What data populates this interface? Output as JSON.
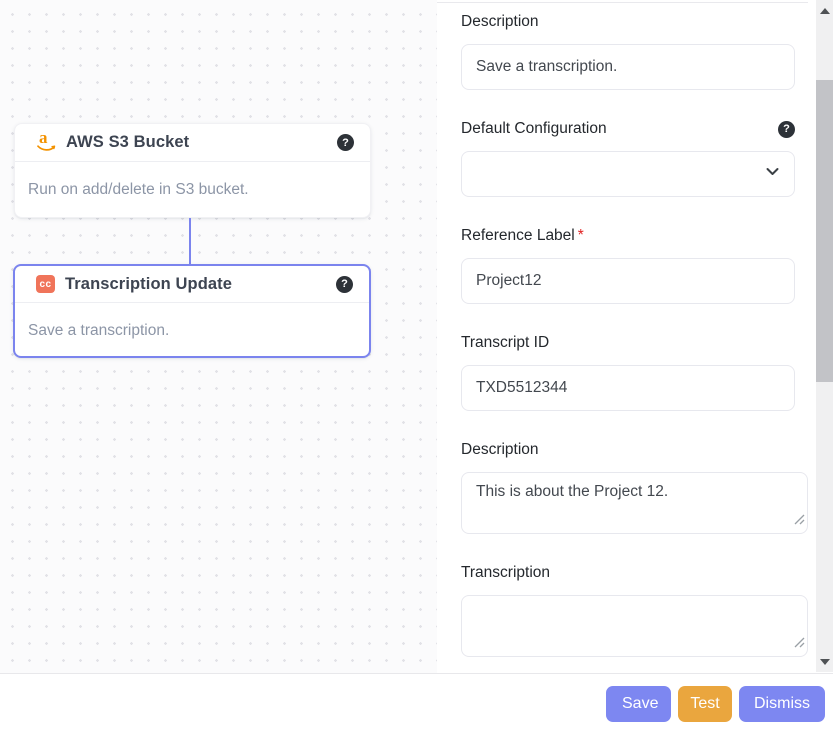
{
  "canvas": {
    "nodes": [
      {
        "title": "AWS S3 Bucket",
        "description": "Run on add/delete in S3 bucket.",
        "icon": "aws-icon",
        "icon_glyph": "a",
        "selected": false
      },
      {
        "title": "Transcription Update",
        "description": "Save a transcription.",
        "icon": "closed-captions-badge",
        "icon_glyph": "cc",
        "selected": true
      }
    ],
    "connector": "aws-s3-bucket -> transcription-update"
  },
  "icons": {
    "help_glyph": "?"
  },
  "panel": {
    "fields": [
      {
        "label": "Description",
        "type": "input",
        "value": "Save a transcription."
      },
      {
        "label": "Default Configuration",
        "type": "select",
        "value": "",
        "has_help": true
      },
      {
        "label": "Reference Label",
        "required_mark": "*",
        "type": "input",
        "value": "Project12"
      },
      {
        "label": "Transcript ID",
        "type": "input",
        "value": "TXD5512344"
      },
      {
        "label": "Description",
        "type": "textarea",
        "value": "This is about the Project 12."
      },
      {
        "label": "Transcription",
        "type": "textarea",
        "value": ""
      }
    ]
  },
  "footer": {
    "buttons": [
      {
        "label": "Save",
        "color": "#7d87f1"
      },
      {
        "label": "Test",
        "color": "#eaa63e"
      },
      {
        "label": "Dismiss",
        "color": "#7d87f1"
      }
    ]
  },
  "colors": {
    "accent_purple": "#7b84ee",
    "node_selected_border": "#7b84ee",
    "aws_orange": "#f39200",
    "cc_badge": "#f0745a",
    "required_red": "#e02020",
    "scrollbar_thumb": "#c2c3c7",
    "scrollbar_track": "#f0f0f1"
  }
}
